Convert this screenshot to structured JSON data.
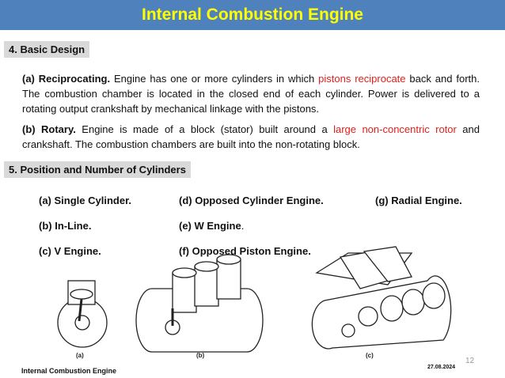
{
  "header": {
    "title": "Internal Combustion Engine"
  },
  "section_basic": {
    "label": "4. Basic Design"
  },
  "para_a": {
    "prefix": "(a) Reciprocating.",
    "text1": " Engine has one or more cylinders in which ",
    "highlight": "pistons reciprocate",
    "text2": " back and forth. The combustion chamber is located in the closed end of each cylinder. Power is delivered to a rotating output crankshaft by mechanical linkage with the pistons."
  },
  "para_b": {
    "prefix": "(b) Rotary.",
    "text1": " Engine is made of a block (stator) built around a ",
    "highlight": "large non-concentric rotor",
    "text2": " and crankshaft. The combustion chambers are built into the non-rotating block."
  },
  "section_position": {
    "label": "5. Position and Number of Cylinders"
  },
  "types": {
    "a": "(a) Single Cylinder.",
    "b": "(b) In-Line.",
    "c": "(c) V Engine.",
    "d": "(d) Opposed Cylinder Engine.",
    "e": "(e) W Engine",
    "e_suffix": ".",
    "f": "(f) Opposed Piston Engine.",
    "g": "(g) Radial Engine."
  },
  "figure_labels": {
    "a": "(a)",
    "b": "(b)",
    "c": "(c)"
  },
  "footer": {
    "left": "Internal Combustion Engine",
    "date": "27.08.2024",
    "page": "12"
  },
  "colors": {
    "title_bar": "#4f81bd",
    "title_text": "#ffff00",
    "highlight": "#e0201b",
    "tag_bg": "#d9d9d9"
  }
}
